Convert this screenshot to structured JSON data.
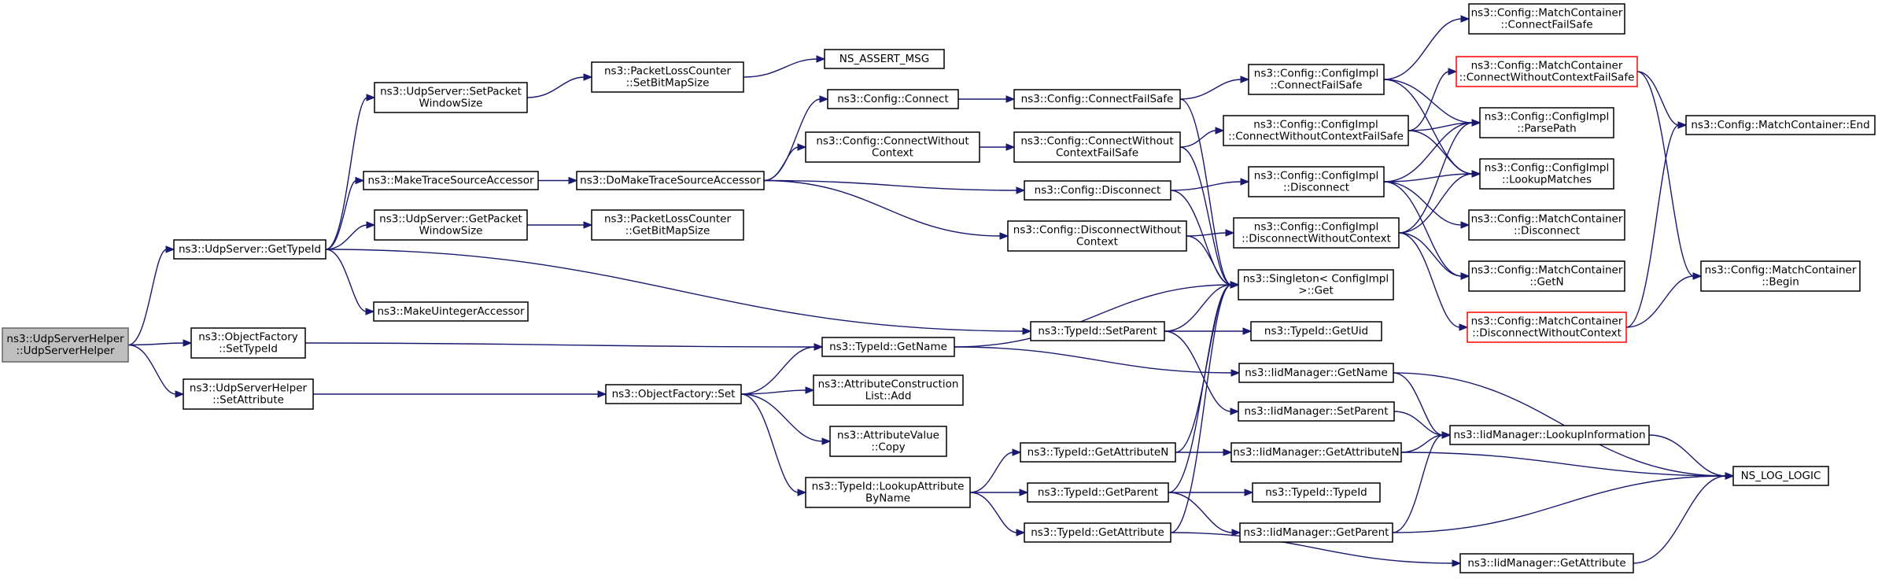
{
  "colors": {
    "edge": "#191970",
    "node_border": "#000000",
    "root_fill": "#bfbfbf",
    "highlight_border": "#ff0000"
  },
  "nodes": [
    {
      "id": "root",
      "lines": [
        "ns3::UdpServerHelper",
        "::UdpServerHelper"
      ]
    },
    {
      "id": "getTypeId",
      "lines": [
        "ns3::UdpServer::GetTypeId"
      ]
    },
    {
      "id": "ofSetTypeId",
      "lines": [
        "ns3::ObjectFactory",
        "::SetTypeId"
      ]
    },
    {
      "id": "ushSetAttr",
      "lines": [
        "ns3::UdpServerHelper",
        "::SetAttribute"
      ]
    },
    {
      "id": "setPktWin",
      "lines": [
        "ns3::UdpServer::SetPacket",
        "WindowSize"
      ]
    },
    {
      "id": "makeTSA",
      "lines": [
        "ns3::MakeTraceSourceAccessor"
      ]
    },
    {
      "id": "getPktWin",
      "lines": [
        "ns3::UdpServer::GetPacket",
        "WindowSize"
      ]
    },
    {
      "id": "makeUint",
      "lines": [
        "ns3::MakeUintegerAccessor"
      ]
    },
    {
      "id": "plcSet",
      "lines": [
        "ns3::PacketLossCounter",
        "::SetBitMapSize"
      ]
    },
    {
      "id": "doMakeTSA",
      "lines": [
        "ns3::DoMakeTraceSourceAccessor"
      ]
    },
    {
      "id": "plcGet",
      "lines": [
        "ns3::PacketLossCounter",
        "::GetBitMapSize"
      ]
    },
    {
      "id": "ofSet",
      "lines": [
        "ns3::ObjectFactory::Set"
      ]
    },
    {
      "id": "assertMsg",
      "lines": [
        "NS_ASSERT_MSG"
      ]
    },
    {
      "id": "cfgConnect",
      "lines": [
        "ns3::Config::Connect"
      ]
    },
    {
      "id": "cfgConnectWC",
      "lines": [
        "ns3::Config::ConnectWithout",
        "Context"
      ]
    },
    {
      "id": "tidGetName",
      "lines": [
        "ns3::TypeId::GetName"
      ]
    },
    {
      "id": "acListAdd",
      "lines": [
        "ns3::AttributeConstruction",
        "List::Add"
      ]
    },
    {
      "id": "avCopy",
      "lines": [
        "ns3::AttributeValue",
        "::Copy"
      ]
    },
    {
      "id": "tidLookup",
      "lines": [
        "ns3::TypeId::LookupAttribute",
        "ByName"
      ]
    },
    {
      "id": "cfgConnectFS",
      "lines": [
        "ns3::Config::ConnectFailSafe"
      ]
    },
    {
      "id": "cfgConnectWCFS",
      "lines": [
        "ns3::Config::ConnectWithout",
        "ContextFailSafe"
      ]
    },
    {
      "id": "cfgDisconnect",
      "lines": [
        "ns3::Config::Disconnect"
      ]
    },
    {
      "id": "cfgDisconnectWC",
      "lines": [
        "ns3::Config::DisconnectWithout",
        "Context"
      ]
    },
    {
      "id": "tidSetParent",
      "lines": [
        "ns3::TypeId::SetParent"
      ]
    },
    {
      "id": "tidGetAttrN",
      "lines": [
        "ns3::TypeId::GetAttributeN"
      ]
    },
    {
      "id": "tidGetParent",
      "lines": [
        "ns3::TypeId::GetParent"
      ]
    },
    {
      "id": "tidGetAttr",
      "lines": [
        "ns3::TypeId::GetAttribute"
      ]
    },
    {
      "id": "ciConnectFS",
      "lines": [
        "ns3::Config::ConfigImpl",
        "::ConnectFailSafe"
      ]
    },
    {
      "id": "ciConnectWCFS",
      "lines": [
        "ns3::Config::ConfigImpl",
        "::ConnectWithoutContextFailSafe"
      ]
    },
    {
      "id": "ciDisconnect",
      "lines": [
        "ns3::Config::ConfigImpl",
        "::Disconnect"
      ]
    },
    {
      "id": "ciDisconnectWC",
      "lines": [
        "ns3::Config::ConfigImpl",
        "::DisconnectWithoutContext"
      ]
    },
    {
      "id": "singletonGet",
      "lines": [
        "ns3::Singleton< ConfigImpl",
        ">::Get"
      ]
    },
    {
      "id": "tidGetUid",
      "lines": [
        "ns3::TypeId::GetUid"
      ]
    },
    {
      "id": "iidGetName",
      "lines": [
        "ns3::IidManager::GetName"
      ]
    },
    {
      "id": "iidSetParent",
      "lines": [
        "ns3::IidManager::SetParent"
      ]
    },
    {
      "id": "iidGetAttrN",
      "lines": [
        "ns3::IidManager::GetAttributeN"
      ]
    },
    {
      "id": "tidTypeId",
      "lines": [
        "ns3::TypeId::TypeId"
      ]
    },
    {
      "id": "iidGetParent",
      "lines": [
        "ns3::IidManager::GetParent"
      ]
    },
    {
      "id": "mcConnectFS",
      "lines": [
        "ns3::Config::MatchContainer",
        "::ConnectFailSafe"
      ]
    },
    {
      "id": "mcConnectWCFS",
      "lines": [
        "ns3::Config::MatchContainer",
        "::ConnectWithoutContextFailSafe"
      ]
    },
    {
      "id": "ciParsePath",
      "lines": [
        "ns3::Config::ConfigImpl",
        "::ParsePath"
      ]
    },
    {
      "id": "ciLookup",
      "lines": [
        "ns3::Config::ConfigImpl",
        "::LookupMatches"
      ]
    },
    {
      "id": "mcDisconnect",
      "lines": [
        "ns3::Config::MatchContainer",
        "::Disconnect"
      ]
    },
    {
      "id": "mcGetN",
      "lines": [
        "ns3::Config::MatchContainer",
        "::GetN"
      ]
    },
    {
      "id": "mcDisconnectWC",
      "lines": [
        "ns3::Config::MatchContainer",
        "::DisconnectWithoutContext"
      ]
    },
    {
      "id": "iidLookupInfo",
      "lines": [
        "ns3::IidManager::LookupInformation"
      ]
    },
    {
      "id": "iidGetAttr",
      "lines": [
        "ns3::IidManager::GetAttribute"
      ]
    },
    {
      "id": "mcEnd",
      "lines": [
        "ns3::Config::MatchContainer::End"
      ]
    },
    {
      "id": "mcBegin",
      "lines": [
        "ns3::Config::MatchContainer",
        "::Begin"
      ]
    },
    {
      "id": "nsLogLogic",
      "lines": [
        "NS_LOG_LOGIC"
      ]
    }
  ],
  "edges": [
    [
      "root",
      "getTypeId"
    ],
    [
      "root",
      "ofSetTypeId"
    ],
    [
      "root",
      "ushSetAttr"
    ],
    [
      "getTypeId",
      "setPktWin"
    ],
    [
      "getTypeId",
      "makeTSA"
    ],
    [
      "getTypeId",
      "getPktWin"
    ],
    [
      "getTypeId",
      "makeUint"
    ],
    [
      "getTypeId",
      "tidSetParent"
    ],
    [
      "setPktWin",
      "plcSet"
    ],
    [
      "plcSet",
      "assertMsg"
    ],
    [
      "makeTSA",
      "doMakeTSA"
    ],
    [
      "getPktWin",
      "plcGet"
    ],
    [
      "ofSetTypeId",
      "tidGetName"
    ],
    [
      "ushSetAttr",
      "ofSet"
    ],
    [
      "doMakeTSA",
      "cfgConnect"
    ],
    [
      "doMakeTSA",
      "cfgConnectWC"
    ],
    [
      "doMakeTSA",
      "cfgDisconnect"
    ],
    [
      "doMakeTSA",
      "cfgDisconnectWC"
    ],
    [
      "ofSet",
      "tidGetName"
    ],
    [
      "ofSet",
      "acListAdd"
    ],
    [
      "ofSet",
      "avCopy"
    ],
    [
      "ofSet",
      "tidLookup"
    ],
    [
      "cfgConnect",
      "cfgConnectFS"
    ],
    [
      "cfgConnectWC",
      "cfgConnectWCFS"
    ],
    [
      "cfgConnectFS",
      "ciConnectFS"
    ],
    [
      "cfgConnectFS",
      "singletonGet"
    ],
    [
      "cfgConnectWCFS",
      "ciConnectWCFS"
    ],
    [
      "cfgConnectWCFS",
      "singletonGet"
    ],
    [
      "cfgDisconnect",
      "ciDisconnect"
    ],
    [
      "cfgDisconnect",
      "singletonGet"
    ],
    [
      "cfgDisconnectWC",
      "ciDisconnectWC"
    ],
    [
      "cfgDisconnectWC",
      "singletonGet"
    ],
    [
      "tidGetName",
      "singletonGet"
    ],
    [
      "tidGetName",
      "iidGetName"
    ],
    [
      "tidLookup",
      "tidGetAttrN"
    ],
    [
      "tidLookup",
      "tidGetParent"
    ],
    [
      "tidLookup",
      "tidGetAttr"
    ],
    [
      "tidSetParent",
      "singletonGet"
    ],
    [
      "tidSetParent",
      "tidGetUid"
    ],
    [
      "tidSetParent",
      "iidSetParent"
    ],
    [
      "tidGetAttrN",
      "singletonGet"
    ],
    [
      "tidGetAttrN",
      "iidGetAttrN"
    ],
    [
      "tidGetParent",
      "singletonGet"
    ],
    [
      "tidGetParent",
      "tidTypeId"
    ],
    [
      "tidGetParent",
      "iidGetParent"
    ],
    [
      "tidGetAttr",
      "singletonGet"
    ],
    [
      "tidGetAttr",
      "iidGetAttr"
    ],
    [
      "ciConnectFS",
      "mcConnectFS"
    ],
    [
      "ciConnectFS",
      "ciParsePath"
    ],
    [
      "ciConnectFS",
      "ciLookup"
    ],
    [
      "ciConnectWCFS",
      "mcConnectWCFS"
    ],
    [
      "ciConnectWCFS",
      "ciParsePath"
    ],
    [
      "ciConnectWCFS",
      "ciLookup"
    ],
    [
      "ciDisconnect",
      "ciParsePath"
    ],
    [
      "ciDisconnect",
      "ciLookup"
    ],
    [
      "ciDisconnect",
      "mcDisconnect"
    ],
    [
      "ciDisconnect",
      "mcGetN"
    ],
    [
      "ciDisconnectWC",
      "ciParsePath"
    ],
    [
      "ciDisconnectWC",
      "ciLookup"
    ],
    [
      "ciDisconnectWC",
      "mcGetN"
    ],
    [
      "ciDisconnectWC",
      "mcDisconnectWC"
    ],
    [
      "iidGetName",
      "iidLookupInfo"
    ],
    [
      "iidGetName",
      "nsLogLogic"
    ],
    [
      "iidSetParent",
      "iidLookupInfo"
    ],
    [
      "iidGetAttrN",
      "iidLookupInfo"
    ],
    [
      "iidGetAttrN",
      "nsLogLogic"
    ],
    [
      "iidGetParent",
      "iidLookupInfo"
    ],
    [
      "iidGetParent",
      "nsLogLogic"
    ],
    [
      "iidGetAttr",
      "nsLogLogic"
    ],
    [
      "mcConnectWCFS",
      "mcEnd"
    ],
    [
      "mcConnectWCFS",
      "mcBegin"
    ],
    [
      "mcDisconnectWC",
      "mcEnd"
    ],
    [
      "mcDisconnectWC",
      "mcBegin"
    ],
    [
      "iidLookupInfo",
      "nsLogLogic"
    ]
  ]
}
